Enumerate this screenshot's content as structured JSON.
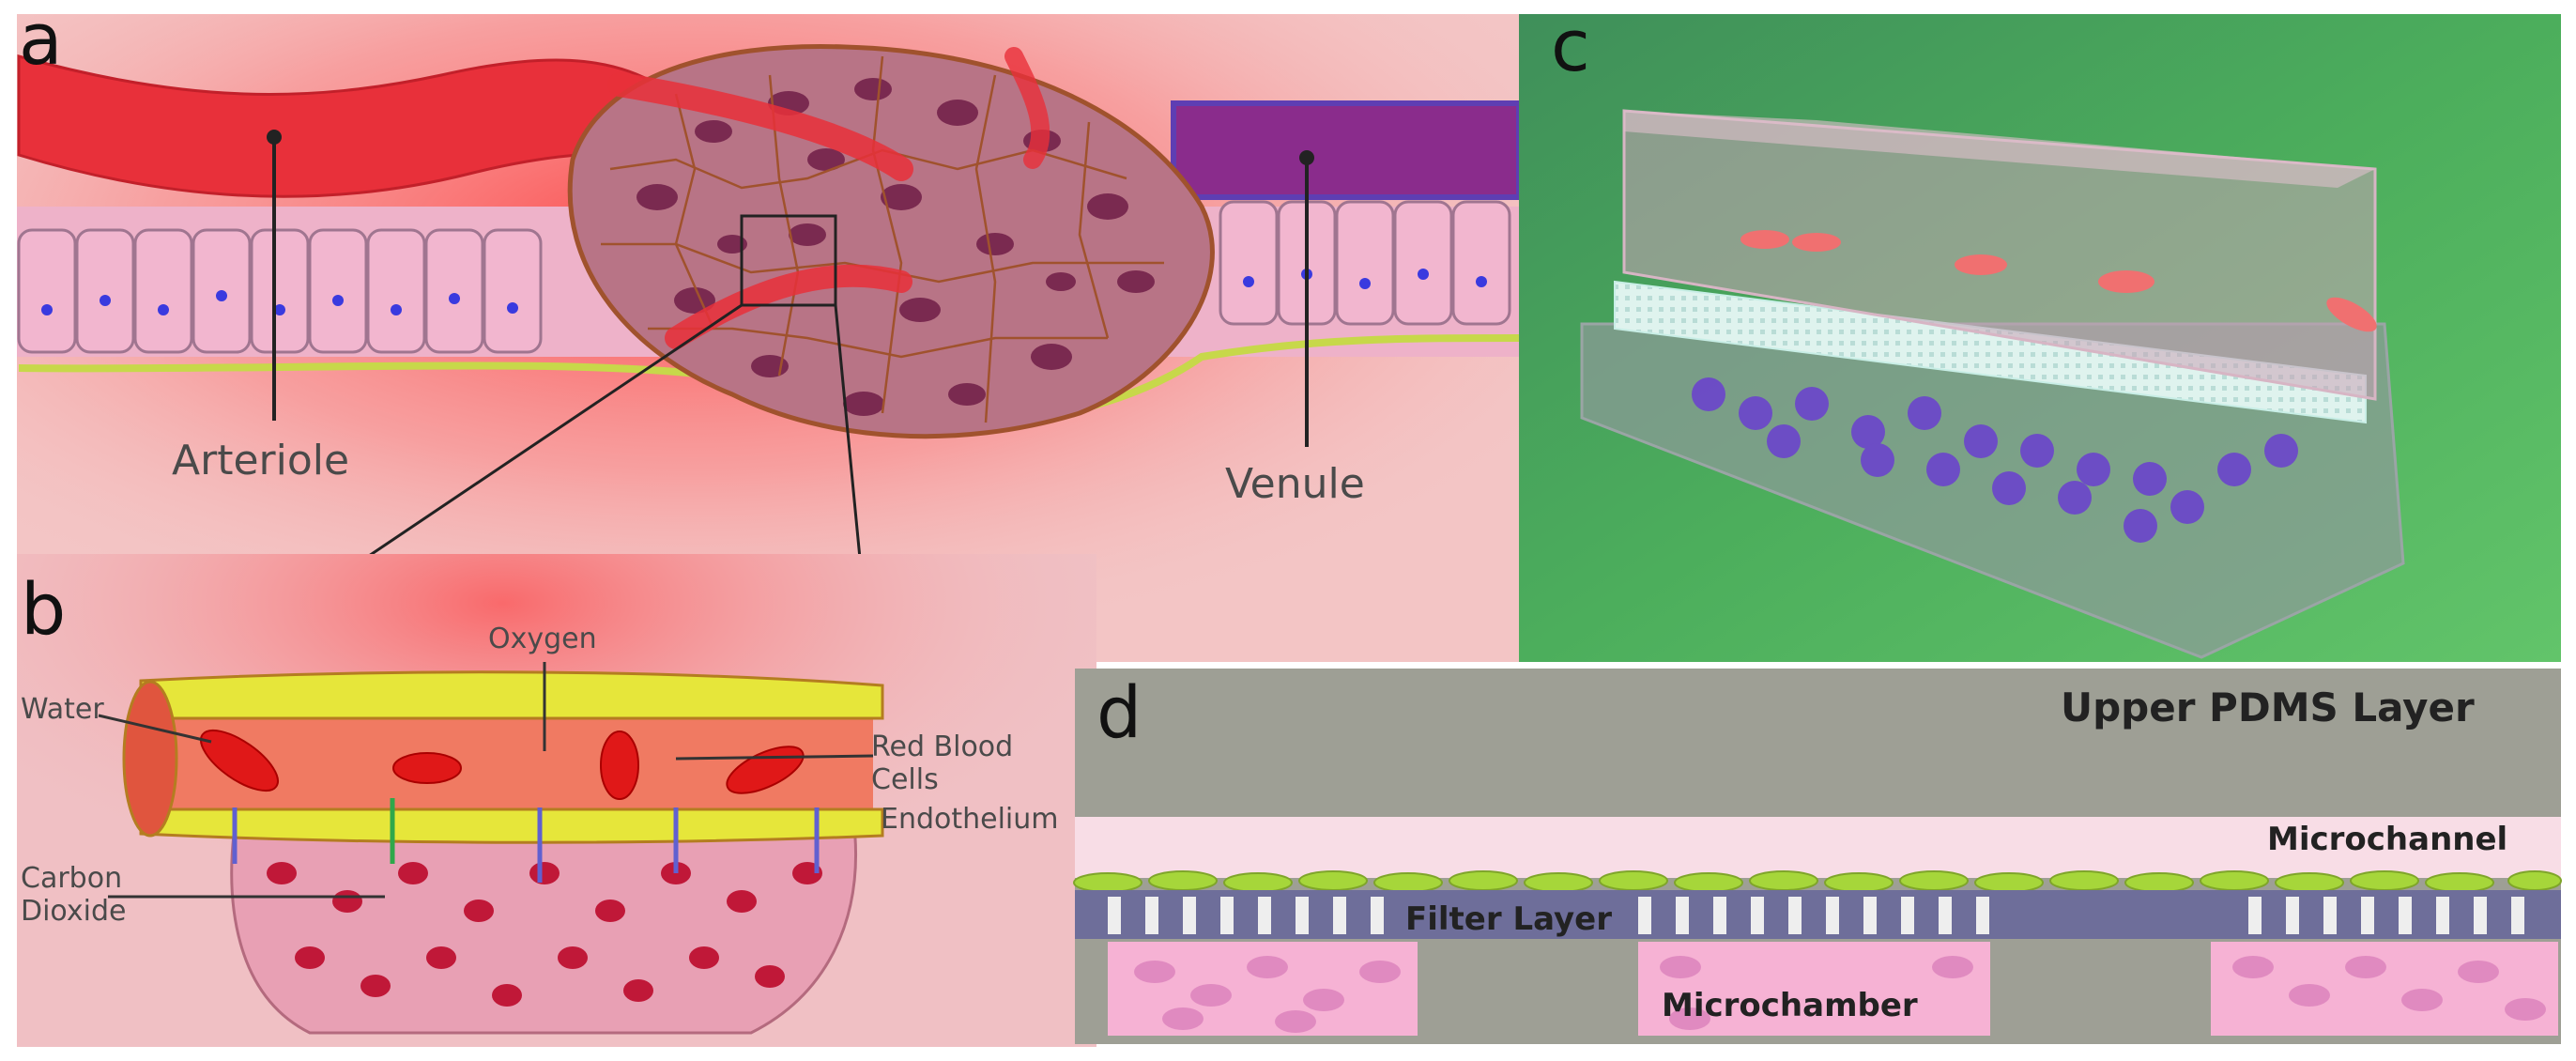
{
  "panels": {
    "a": {
      "letter": "a",
      "labels": {
        "arteriole": "Arteriole",
        "venule": "Venule"
      }
    },
    "b": {
      "letter": "b",
      "labels": {
        "oxygen": "Oxygen",
        "water": "Water",
        "red_blood_cells_1": "Red Blood",
        "red_blood_cells_2": "Cells",
        "endothelium": "Endothelium",
        "carbon_dioxide_1": "Carbon",
        "carbon_dioxide_2": "Dioxide"
      }
    },
    "c": {
      "letter": "c"
    },
    "d": {
      "letter": "d",
      "labels": {
        "upper_pdms_layer": "Upper PDMS Layer",
        "microchannel": "Microchannel",
        "filter_layer": "Filter Layer",
        "microchamber": "Microchamber"
      }
    }
  },
  "colors": {
    "panel_a_bg": "#f3c5c5",
    "glow": "#ff3b3b",
    "arteriole": "#e8303a",
    "venule": "#8a2c8c",
    "tissue": "#b87486",
    "cell_outline": "#a0522d",
    "nucleus": "#7a2a50",
    "endothelium_cell": "#f2b6cf",
    "endothelium_nucleus": "#3a3adf",
    "basement": "#c7d84a",
    "panel_c_bg": "#4cae5c",
    "panel_d_bg": "#9e9f95",
    "microchannel": "#f8dde6",
    "filter": "#6e6e9a",
    "microchamber": "#f6b2d4",
    "green_cells": "#a6d63a"
  }
}
